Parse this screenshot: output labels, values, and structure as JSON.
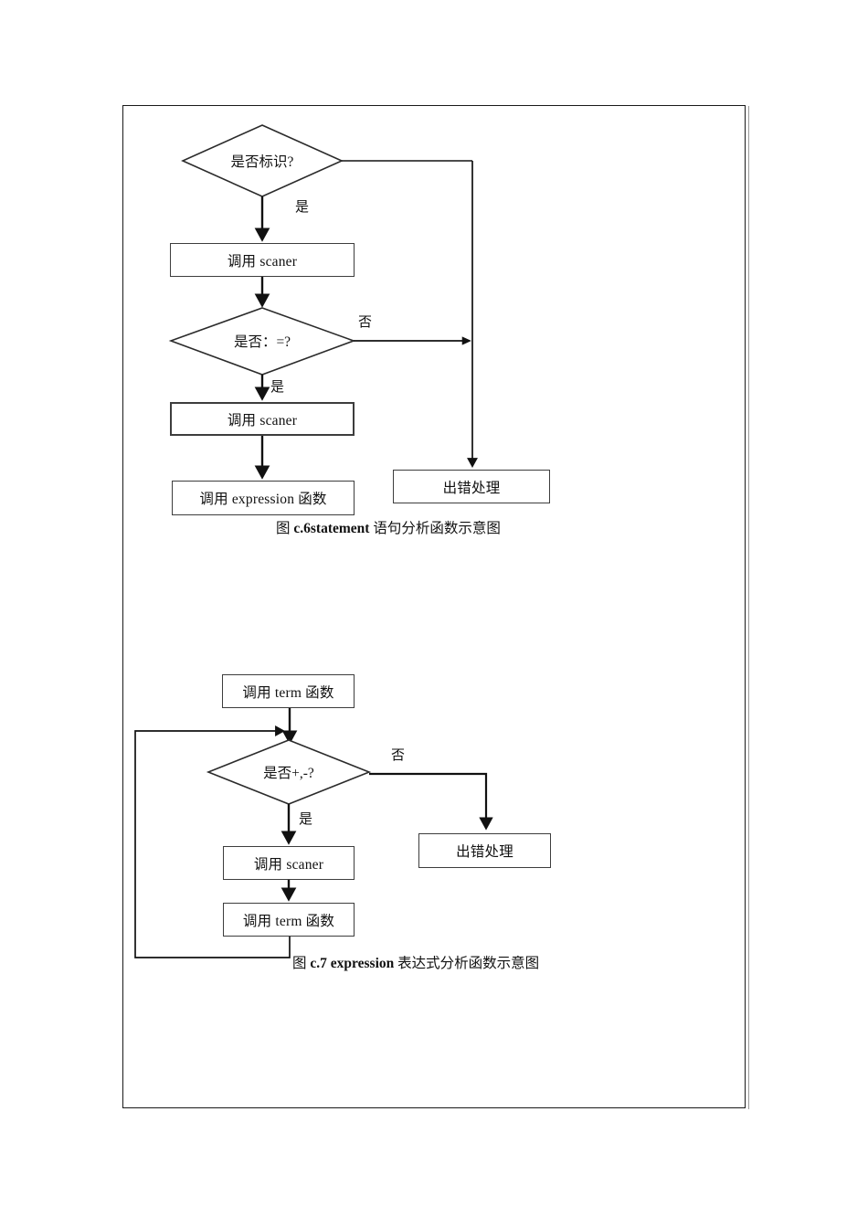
{
  "document": {
    "page_background": "#ffffff",
    "frame_color": "#1a1a1a"
  },
  "figures": [
    {
      "id": "figure-c6",
      "caption_prefix": "图 ",
      "caption_bold": "c.6statement",
      "caption_suffix": " 语句分析函数示意图",
      "nodes": [
        {
          "name": "decision-is-identifier",
          "shape": "diamond",
          "label": "是否标识?"
        },
        {
          "name": "process-call-scaner-1",
          "shape": "rect",
          "label": "调用 scaner"
        },
        {
          "name": "decision-is-assign",
          "shape": "diamond",
          "label": "是否：=?"
        },
        {
          "name": "process-call-scaner-2",
          "shape": "rect",
          "label": "调用 scaner"
        },
        {
          "name": "process-call-expression",
          "shape": "rect",
          "label": "调用 expression 函数"
        },
        {
          "name": "process-error-handling",
          "shape": "rect",
          "label": "出错处理"
        }
      ],
      "edge_labels": [
        {
          "name": "edge-label-yes-1",
          "label": "是"
        },
        {
          "name": "edge-label-no-1",
          "label": "否"
        },
        {
          "name": "edge-label-yes-2",
          "label": "是"
        }
      ]
    },
    {
      "id": "figure-c7",
      "caption_prefix": "图 ",
      "caption_bold": "c.7 expression",
      "caption_suffix": " 表达式分析函数示意图",
      "nodes": [
        {
          "name": "process-call-term-1",
          "shape": "rect",
          "label": "调用 term 函数"
        },
        {
          "name": "decision-is-plus-minus",
          "shape": "diamond",
          "label": "是否+,-?"
        },
        {
          "name": "process-call-scaner-3",
          "shape": "rect",
          "label": "调用 scaner"
        },
        {
          "name": "process-call-term-2",
          "shape": "rect",
          "label": "调用 term 函数"
        },
        {
          "name": "process-error-handling-2",
          "shape": "rect",
          "label": "出错处理"
        }
      ],
      "edge_labels": [
        {
          "name": "edge-label-no-2",
          "label": "否"
        },
        {
          "name": "edge-label-yes-3",
          "label": "是"
        }
      ]
    }
  ]
}
